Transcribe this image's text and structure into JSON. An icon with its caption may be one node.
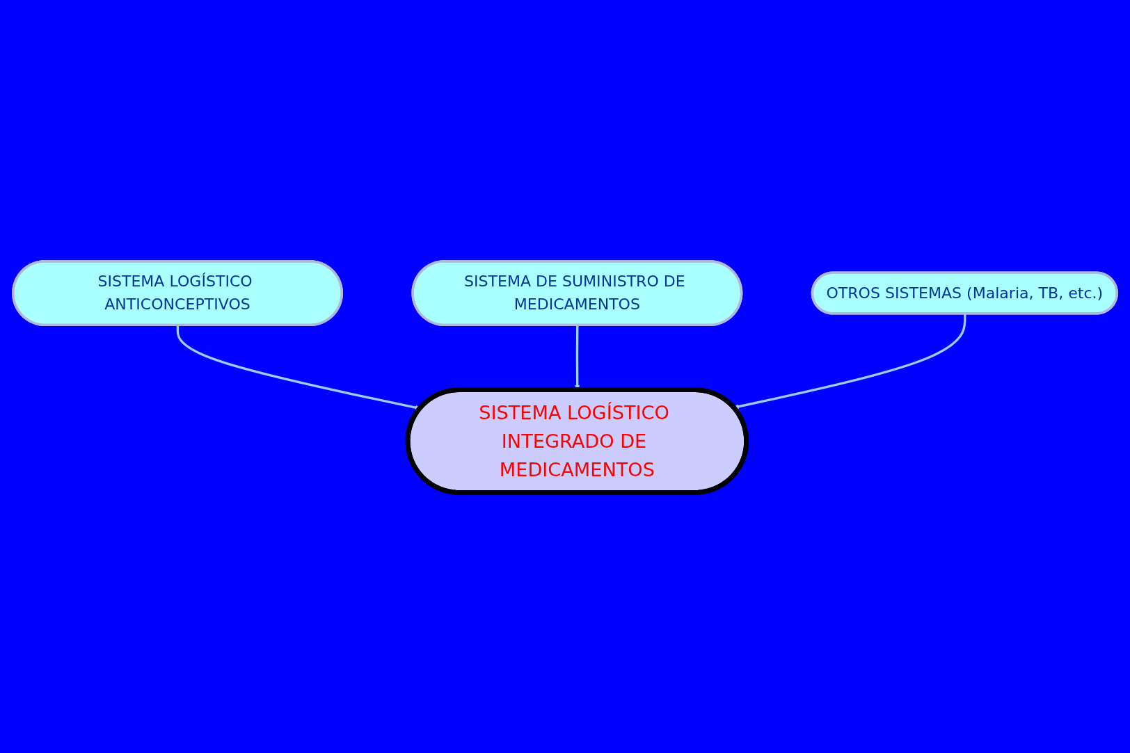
{
  "diagram": {
    "nodes": [
      {
        "text": [
          "SISTEMA LOGÍSTICO ANTICONCEPTIVOS"
        ]
      },
      {
        "text": [
          "SISTEMA DE SUMINISTRO DE MEDICAMENTOS"
        ]
      },
      {
        "text": [
          "SISTEMA LOGÍSTICO INTEGRADO DE MEDICAMENTOS"
        ]
      },
      {
        "text": [
          "OTROS SISTEMAS (Malaria, TB, etc.)"
        ]
      }
    ],
    "edges": [
      {
        "from": 0,
        "to": 2,
        "arrow": "to"
      },
      {
        "from": 1,
        "to": 2,
        "arrow": "to"
      },
      {
        "from": 3,
        "to": 2,
        "arrow": "to"
      }
    ]
  }
}
